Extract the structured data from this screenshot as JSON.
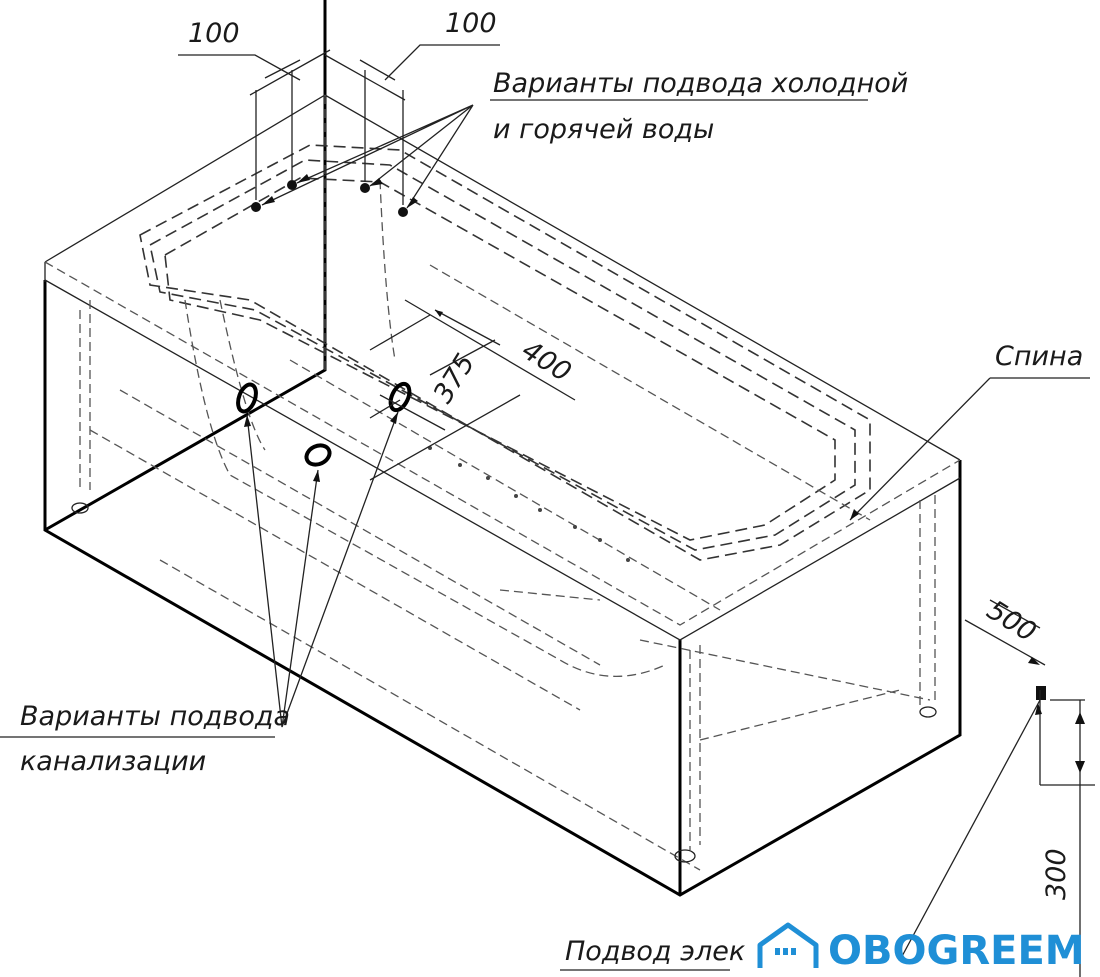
{
  "dimensions": {
    "left_spacing": "100",
    "right_spacing": "100",
    "drain_span_outer": "400",
    "drain_span_inner": "375",
    "power_offset": "500",
    "power_height": "300"
  },
  "labels": {
    "water_supply_line1": "Варианты подвода холодной",
    "water_supply_line2": "и горячей воды",
    "back": "Спина",
    "drain_line1": "Варианты подвода",
    "drain_line2": "канализации",
    "power_supply": "Подвод элек"
  },
  "watermark": {
    "brand": "OBOGREEM",
    "color": "#1f8fd6"
  }
}
